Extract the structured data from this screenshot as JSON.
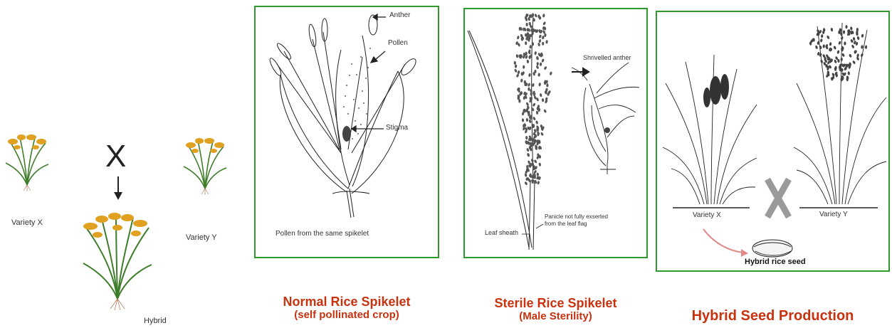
{
  "cross_section": {
    "variety_x": "Variety X",
    "variety_y": "Variety Y",
    "hybrid": "Hybrid",
    "cross_symbol": "X",
    "arrow_icon": "down-arrow"
  },
  "normal_panel": {
    "anther": "Anther",
    "pollen": "Pollen",
    "stigma": "Stigma",
    "footer": "Pollen from the same spikelet",
    "caption_line1": "Normal Rice Spikelet",
    "caption_line2": "(self pollinated crop)"
  },
  "sterile_panel": {
    "shrivelled_anther": "Shrivelled anther",
    "leaf_sheath": "Leaf sheath",
    "panicle_note_line1": "Panicle not fully exserted",
    "panicle_note_line2": "from the leaf flag",
    "caption_line1": "Sterile Rice Spikelet",
    "caption_line2": "(Male Sterility)"
  },
  "hybrid_panel": {
    "variety_x": "Variety X",
    "variety_y": "Variety Y",
    "seed_label": "Hybrid rice seed",
    "caption": "Hybrid Seed Production"
  },
  "colors": {
    "panel_border": "#2e9a2e",
    "caption": "#c8320f",
    "plant_green": "#3f7d2a",
    "grain_orange": "#e0a020",
    "cross_gray": "#9a9a9a"
  }
}
